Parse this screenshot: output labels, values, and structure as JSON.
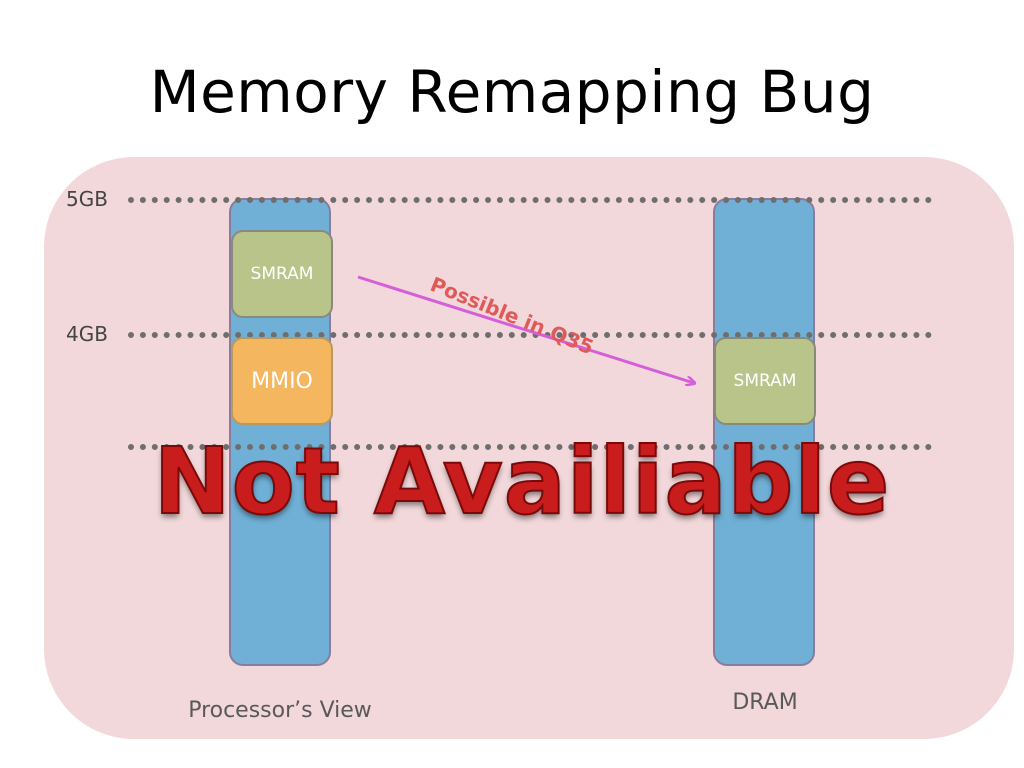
{
  "title": "Memory Remapping Bug",
  "colors": {
    "panel": "#f2d8da",
    "column": "#70b0d6",
    "smram": "#b9c48a",
    "mmio": "#f4b65e",
    "arrow": "#d45fd8",
    "arrow_label": "#e05a5a",
    "overlay": "#c91c1c"
  },
  "levels": {
    "five_gb": "5GB",
    "four_gb": "4GB"
  },
  "processor_view": {
    "label": "Processor’s View",
    "blocks": {
      "smram": "SMRAM",
      "mmio": "MMIO"
    }
  },
  "dram": {
    "label": "DRAM",
    "blocks": {
      "smram": "SMRAM"
    }
  },
  "arrow": {
    "label": "Possible in Q35"
  },
  "overlay_text": "Not Availiable"
}
